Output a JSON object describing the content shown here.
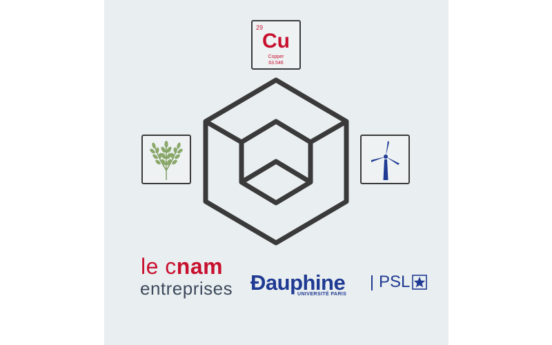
{
  "element": {
    "number": "29",
    "symbol": "Cu",
    "name": "Copper",
    "mass": "63.546",
    "color": "#c8102e"
  },
  "icons": {
    "center": "hexagon-cube-icon",
    "left": "wheat-icon",
    "right": "wind-turbine-icon"
  },
  "logos": {
    "cnam": {
      "line1_prefix": "le c",
      "line1_bold": "nam",
      "line2": "entreprises"
    },
    "dauphine": {
      "name": "Ðauphine",
      "subtitle": "UNIVERSITÉ PARIS",
      "psl": "PSL"
    }
  },
  "colors": {
    "background": "#e9eef0",
    "outline": "#3a3a3a",
    "cnam_red": "#c8102e",
    "dauphine_blue": "#1f3a93",
    "wheat_green": "#7a9a5c"
  }
}
